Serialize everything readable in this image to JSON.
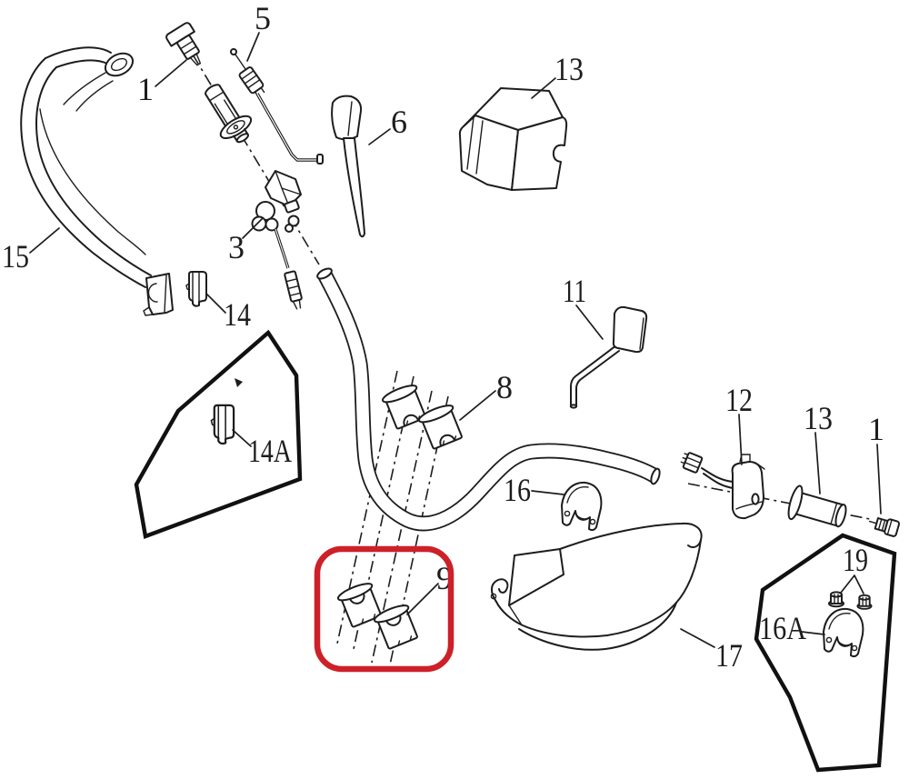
{
  "figure": {
    "kind": "exploded parts diagram",
    "subject": "handlebar assembly",
    "background_color": "#ffffff",
    "line_color": "#1d1d1d"
  },
  "highlight": {
    "label": "9",
    "color": "#ce2029",
    "shape": "rounded-rectangle"
  },
  "labels": [
    {
      "id": "1-upper",
      "text": "1"
    },
    {
      "id": "5",
      "text": "5"
    },
    {
      "id": "6",
      "text": "6"
    },
    {
      "id": "13-upper",
      "text": "13"
    },
    {
      "id": "3",
      "text": "3"
    },
    {
      "id": "15",
      "text": "15"
    },
    {
      "id": "14",
      "text": "14"
    },
    {
      "id": "11",
      "text": "11"
    },
    {
      "id": "14A",
      "text": "14A"
    },
    {
      "id": "8",
      "text": "8"
    },
    {
      "id": "12",
      "text": "12"
    },
    {
      "id": "13-right",
      "text": "13"
    },
    {
      "id": "1-right",
      "text": "1"
    },
    {
      "id": "16",
      "text": "16"
    },
    {
      "id": "9",
      "text": "9"
    },
    {
      "id": "17",
      "text": "17"
    },
    {
      "id": "19",
      "text": "19"
    },
    {
      "id": "16A",
      "text": "16A"
    }
  ]
}
